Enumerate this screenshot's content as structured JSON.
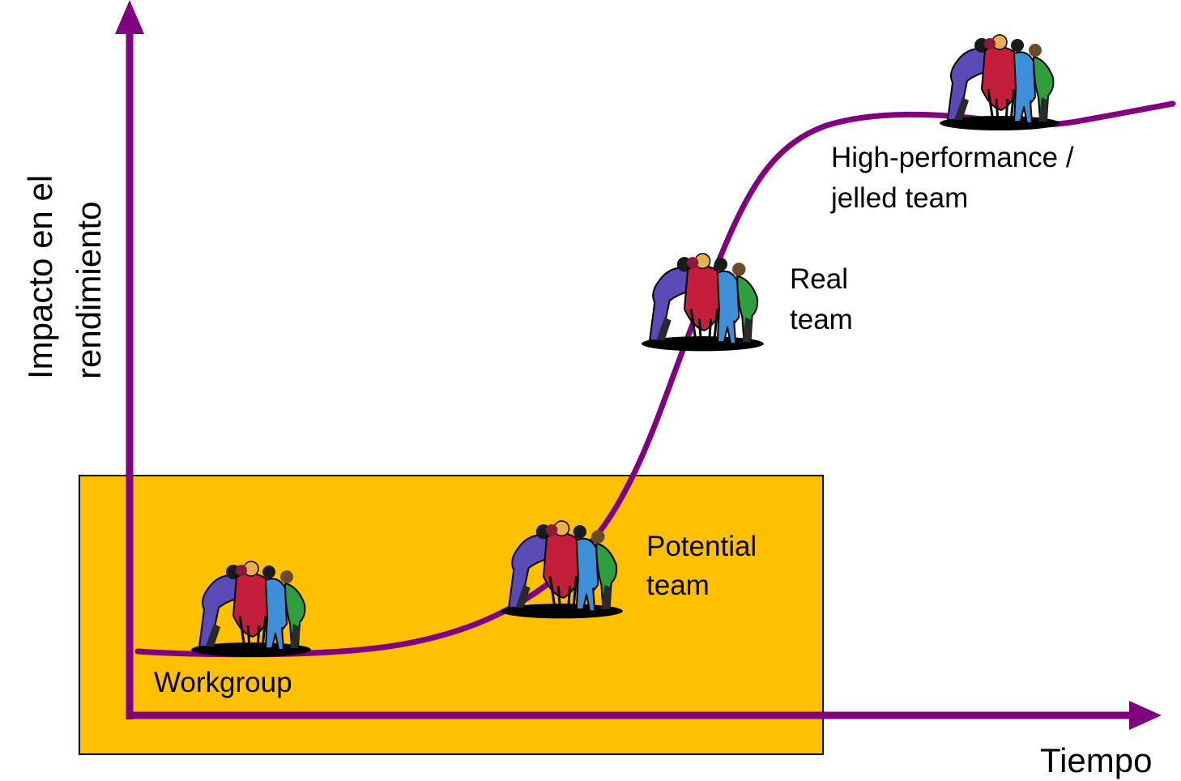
{
  "colors": {
    "curve": "#800080",
    "axis": "#800080",
    "highlight_box_fill": "#FFC000",
    "highlight_box_stroke": "#000000",
    "person_colors": [
      "#5B4BB7",
      "#C41E3A",
      "#E8B04A",
      "#3E8ED8",
      "#2E9E3E",
      "#8B1A3A"
    ]
  },
  "axes": {
    "y_label_line1": "Impacto en el",
    "y_label_line2": "rendimiento",
    "x_label": "Tiempo"
  },
  "stages": [
    {
      "id": "workgroup",
      "label_lines": [
        "Workgroup"
      ],
      "icon": "team-huddle-icon"
    },
    {
      "id": "potential",
      "label_lines": [
        "Potential",
        "team"
      ],
      "icon": "team-huddle-icon"
    },
    {
      "id": "real",
      "label_lines": [
        "Real",
        "team"
      ],
      "icon": "team-huddle-icon"
    },
    {
      "id": "high-performance",
      "label_lines": [
        "High-performance /",
        "jelled team"
      ],
      "icon": "team-huddle-icon"
    }
  ]
}
